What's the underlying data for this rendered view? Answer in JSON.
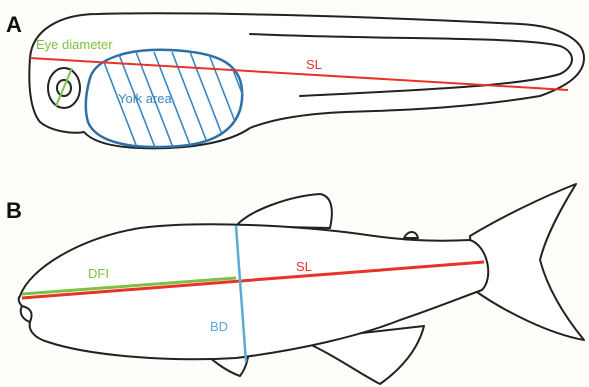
{
  "panels": [
    {
      "letter": "A",
      "labels": {
        "eye_diameter": "Eye diameter",
        "standard_length": "SL",
        "yolk_area": "Yolk area"
      }
    },
    {
      "letter": "B",
      "labels": {
        "dfi": "DFI",
        "standard_length": "SL",
        "body_depth": "BD"
      }
    }
  ],
  "colors": {
    "sl_line": "#e8322a",
    "eye_line": "#7cc242",
    "yolk": "#3a86c0",
    "dfi_line": "#7cc242",
    "bd_line": "#5aa9d6"
  }
}
